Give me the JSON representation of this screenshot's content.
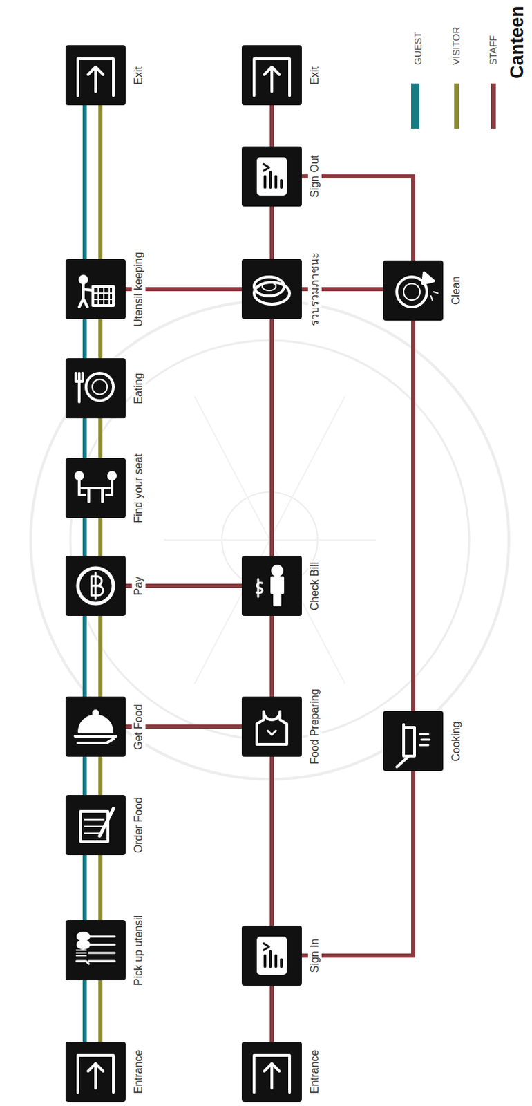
{
  "diagram": {
    "title": "Canteen",
    "nodes": [
      {
        "text": [
          "Entrance"
        ]
      },
      {
        "text": [
          "Pick up utensil"
        ]
      },
      {
        "text": [
          "Order Food"
        ]
      },
      {
        "text": [
          "Get Food"
        ]
      },
      {
        "text": [
          "Pay"
        ]
      },
      {
        "text": [
          "Find your seat"
        ]
      },
      {
        "text": [
          "Eating"
        ]
      },
      {
        "text": [
          "Utensil keeping"
        ]
      },
      {
        "text": [
          "Exit"
        ]
      },
      {
        "text": [
          "Entrance"
        ]
      },
      {
        "text": [
          "Sign In"
        ]
      },
      {
        "text": [
          "Food Preparing"
        ]
      },
      {
        "text": [
          "Check Bill"
        ]
      },
      {
        "text": [
          "รวบรวมภาชนะ"
        ]
      },
      {
        "text": [
          "Sign Out"
        ]
      },
      {
        "text": [
          "Exit"
        ]
      },
      {
        "text": [
          "Cooking"
        ]
      },
      {
        "text": [
          "Clean"
        ]
      }
    ],
    "edges": [
      {
        "from": 0,
        "to": 1,
        "arrow": "none"
      },
      {
        "from": 1,
        "to": 2,
        "arrow": "none"
      },
      {
        "from": 2,
        "to": 3,
        "arrow": "none"
      },
      {
        "from": 3,
        "to": 4,
        "arrow": "none"
      },
      {
        "from": 4,
        "to": 5,
        "arrow": "none"
      },
      {
        "from": 5,
        "to": 6,
        "arrow": "none"
      },
      {
        "from": 6,
        "to": 7,
        "arrow": "none"
      },
      {
        "from": 7,
        "to": 8,
        "arrow": "none"
      },
      {
        "from": 0,
        "to": 1,
        "arrow": "none"
      },
      {
        "from": 1,
        "to": 2,
        "arrow": "none"
      },
      {
        "from": 2,
        "to": 3,
        "arrow": "none"
      },
      {
        "from": 3,
        "to": 4,
        "arrow": "none"
      },
      {
        "from": 4,
        "to": 5,
        "arrow": "none"
      },
      {
        "from": 5,
        "to": 6,
        "arrow": "none"
      },
      {
        "from": 6,
        "to": 7,
        "arrow": "none"
      },
      {
        "from": 7,
        "to": 8,
        "arrow": "none"
      },
      {
        "from": 9,
        "to": 10,
        "arrow": "none"
      },
      {
        "from": 10,
        "to": 11,
        "arrow": "none"
      },
      {
        "from": 11,
        "to": 12,
        "arrow": "none"
      },
      {
        "from": 12,
        "to": 13,
        "arrow": "none"
      },
      {
        "from": 13,
        "to": 14,
        "arrow": "none"
      },
      {
        "from": 14,
        "to": 15,
        "arrow": "none"
      },
      {
        "from": 3,
        "to": 11,
        "arrow": "none"
      },
      {
        "from": 4,
        "to": 12,
        "arrow": "none"
      },
      {
        "from": 7,
        "to": 13,
        "arrow": "none"
      },
      {
        "from": 13,
        "to": 17,
        "arrow": "none"
      },
      {
        "from": 10,
        "to": 16,
        "arrow": "none"
      },
      {
        "from": 16,
        "to": 17,
        "arrow": "none"
      },
      {
        "from": 17,
        "to": 14,
        "arrow": "none"
      }
    ],
    "legend": [
      {
        "text": "GUEST",
        "color": "#1a7a84"
      },
      {
        "text": "VISITOR",
        "color": "#8c8a2e"
      },
      {
        "text": "STAFF",
        "color": "#8b3a3f"
      }
    ]
  }
}
